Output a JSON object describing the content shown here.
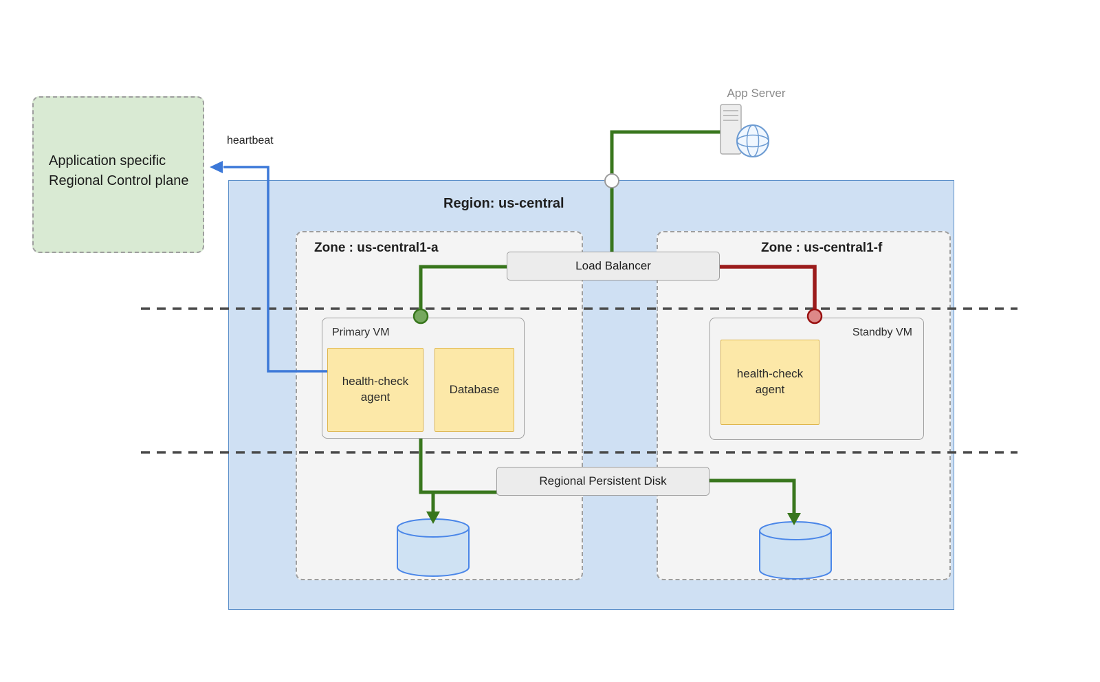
{
  "control_plane": {
    "label": "Application specific Regional Control plane"
  },
  "heartbeat": {
    "label": "heartbeat"
  },
  "app_server": {
    "label": "App Server"
  },
  "region": {
    "label": "Region: us-central"
  },
  "zone_a": {
    "label": "Zone : us-central1-a"
  },
  "zone_f": {
    "label": "Zone : us-central1-f"
  },
  "load_balancer": {
    "label": "Load Balancer"
  },
  "primary_vm": {
    "label": "Primary VM",
    "health_check_agent": "health-check agent",
    "database": "Database"
  },
  "standby_vm": {
    "label": "Standby VM",
    "health_check_agent": "health-check agent"
  },
  "persistent_disk": {
    "label": "Regional Persistent Disk"
  },
  "colors": {
    "region_fill": "#cfe0f3",
    "region_border": "#5b8fc9",
    "zone_fill": "#f4f4f4",
    "control_plane_fill": "#d9ead3",
    "component_fill": "#fce8a8",
    "component_border": "#dfb64d",
    "connector_green": "#38761d",
    "connector_red": "#9b1c1c",
    "connector_blue": "#3c78d8",
    "divider_gray": "#4a4a4a",
    "cylinder_fill": "#cfe2f3",
    "cylinder_border": "#4a86e8",
    "primary_dot_fill": "#76a85e",
    "standby_dot_fill": "#dd8888",
    "lb_dot_fill": "#fdfdfd"
  }
}
